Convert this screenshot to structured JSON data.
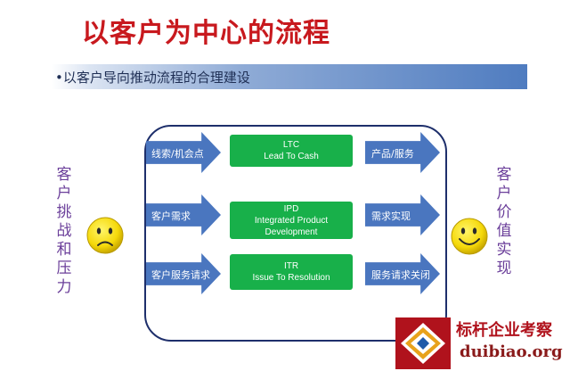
{
  "title": "以客户为中心的流程",
  "subtitle": "•以客户导向推动流程的合理建设",
  "left_label": [
    "客",
    "户",
    "挑",
    "战",
    "和",
    "压",
    "力"
  ],
  "right_label": [
    "客",
    "户",
    "价",
    "值",
    "实",
    "现"
  ],
  "rows": [
    {
      "input": "线索/机会点",
      "process": [
        "LTC",
        "Lead To Cash"
      ],
      "output": "产品/服务"
    },
    {
      "input": "客户需求",
      "process": [
        "IPD",
        "Integrated Product",
        "Development"
      ],
      "output": "需求实现"
    },
    {
      "input": "客户服务请求",
      "process": [
        "ITR",
        "Issue  To  Resolution"
      ],
      "output": "服务请求关闭"
    }
  ],
  "logo": {
    "name_cn": "标杆企业考察",
    "domain": "duibiao.org"
  },
  "colors": {
    "title": "#c8191e",
    "arrow": "#4a76bf",
    "process_box": "#18b04a",
    "frame": "#1e2f6b",
    "side_label": "#6b3f9a",
    "face": "#f5d90a"
  },
  "icons": {
    "left_face": "sad-face-icon",
    "right_face": "happy-face-icon"
  }
}
